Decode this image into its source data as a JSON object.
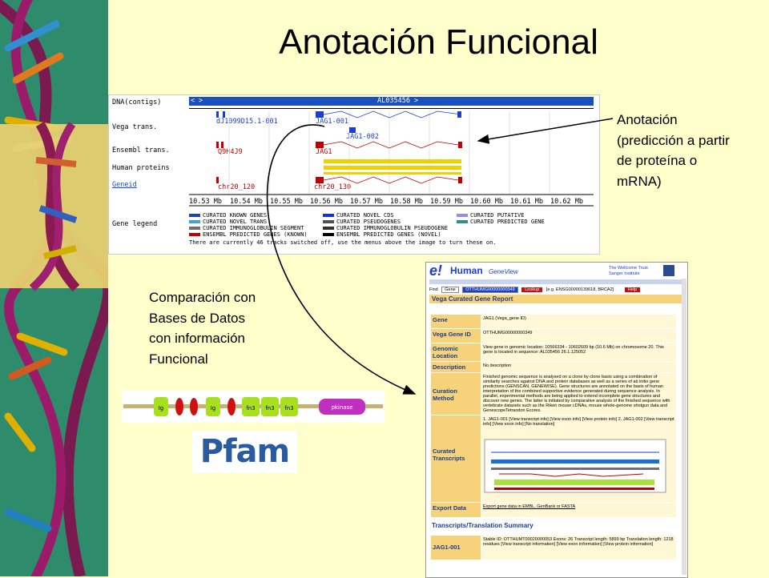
{
  "slide": {
    "title": "Anotación Funcional",
    "annotation_right": [
      "Anotación",
      "(predicción a partir",
      "de proteína o",
      "mRNA)"
    ],
    "annotation_left": [
      "Comparación con",
      "Bases de Datos",
      "con información",
      "Funcional"
    ]
  },
  "genome_browser": {
    "contig_label": "DNA(contigs)",
    "contig_name": "AL035456 >",
    "nav_left": "<",
    "nav_right": ">",
    "tracks": [
      {
        "label": "Vega trans.",
        "features": [
          "dJ1099D15.1-001",
          "JAG1-001",
          "JAG1-002"
        ]
      },
      {
        "label": "Ensembl trans.",
        "features": [
          "Q9H4J9",
          "JAG1"
        ]
      },
      {
        "label": "Human proteins",
        "features": []
      },
      {
        "label": "Geneid",
        "features": [
          "chr20_120",
          "chr20_130"
        ]
      }
    ],
    "scale": [
      "10.53 Mb",
      "10.54 Mb",
      "10.55 Mb",
      "10.56 Mb",
      "10.57 Mb",
      "10.58 Mb",
      "10.59 Mb",
      "10.60 Mb",
      "10.61 Mb",
      "10.62 Mb"
    ],
    "legend_label": "Gene legend",
    "legend": [
      {
        "text": "CURATED KNOWN GENES",
        "color": "#2040c0"
      },
      {
        "text": "CURATED NOVEL CDS",
        "color": "#1030e0"
      },
      {
        "text": "CURATED PUTATIVE",
        "color": "#9090e0"
      },
      {
        "text": "CURATED NOVEL TRANS",
        "color": "#40a0e0"
      },
      {
        "text": "CURATED PSEUDOGENES",
        "color": "#505050"
      },
      {
        "text": "CURATED PREDICTED GENE",
        "color": "#309090"
      },
      {
        "text": "CURATED IMMUNOGLOBULIN SEGMENT",
        "color": "#707070"
      },
      {
        "text": "CURATED IMMUNOGLOBULIN PSEUDOGENE",
        "color": "#303030"
      },
      {
        "text": "ENSEMBL PREDICTED GENES (KNOWN)",
        "color": "#c00000"
      },
      {
        "text": "ENSEMBL PREDICTED GENES (NOVEL)",
        "color": "#000000"
      }
    ],
    "note": "There are currently 46 tracks switched off, use the menus above the image to turn these on."
  },
  "domains": {
    "labels": [
      "Ig",
      "Ig",
      "fn3",
      "fn3",
      "fn3",
      "pkinase"
    ],
    "colors": {
      "ig": "#a8e020",
      "fn3": "#c8c820",
      "pkinase": "#c030c0",
      "small": "#d01010"
    }
  },
  "pfam": {
    "logo": "Pfam"
  },
  "ensembl": {
    "logo": "e!",
    "species": "Human",
    "view": "GeneView",
    "institute": "The Wellcome Trust Sanger Institute",
    "find_label": "Find",
    "find_select": "Gene",
    "find_value": "OTTHUMG00000000349",
    "lookup": "Lookup",
    "example": "[e.g. ENSG00000139618, BRCA2]",
    "help": "Help",
    "report_title": "Vega Curated Gene Report",
    "rows": [
      {
        "label": "Gene",
        "value": "JAG1 (Vega_gene ID)"
      },
      {
        "label": "Vega Gene ID",
        "value": "OTTHUMG00000000349"
      },
      {
        "label": "Genomic Location",
        "value": "View gene in genomic location: 10566334 - 10602609 bp (10.6 Mb) on chromosome 20. This gene is located in sequence: AL035456 26.1.125052"
      },
      {
        "label": "Description",
        "value": "No description"
      },
      {
        "label": "Curation Method",
        "value": "Finished genomic sequence is analysed on a clone by clone basis using a combination of similarity searches against DNA and protein databases as well as a series of ab initio gene predictions (GENSCAN, GENEWISE). Gene structures are annotated on the basis of human interpretation of the combined supportive evidence generated during sequence analysis. In parallel, experimental methods are being applied to extend incomplete gene structures and discover new genes. The latter is initiated by comparative analysis of the finished sequence with vertebrate datasets such as the Riken mouse cDNAs, mouse whole-genome shotgun data and GenescopeTetraodon Ecores."
      },
      {
        "label": "Curated Transcripts",
        "value": "1. JAG1-001 [View transcript info] [View exon info] [View protein info] 2. JAG1-002 [View transcript info] [View exon info] [No translation]"
      },
      {
        "label": "Export Data",
        "value": "Export gene data in EMBL, GenBank or FASTA"
      }
    ],
    "summary_title": "Transcripts/Translation Summary",
    "summary_label": "JAG1-001",
    "summary_value": "Stable ID: OTTHUMT00020000053 Exons: 26 Transcript length: 5899 bp Translation length: 1218 residues [View transcript information] [View exon information] [View protein information]"
  }
}
